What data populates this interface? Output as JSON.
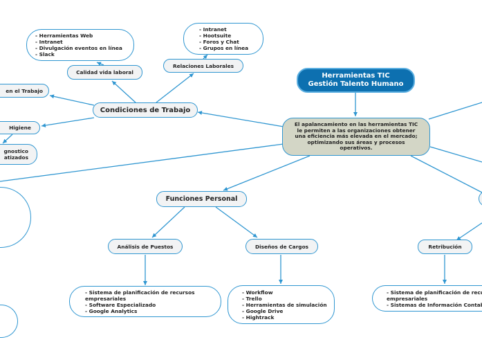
{
  "root": {
    "line1": "Herramientas TIC",
    "line2": "Gestión Talento Humano"
  },
  "central": {
    "lines": [
      "El apalancamiento en las herramientas TIC",
      "le permiten a las organizaciones obtener",
      "una eficiencia más elevada en el mercado;",
      "optimizando sus áreas y procesos",
      "operativos."
    ]
  },
  "condiciones": {
    "label": "Condiciones de Trabajo",
    "trabajo_label": "en el Trabajo",
    "higiene_label": "Higiene",
    "diagnostico_lines": [
      "gnostico",
      "atizados"
    ],
    "calidad": {
      "label": "Calidad vida laboral",
      "items": [
        "- Herramientas Web",
        "- Intranet",
        "- Divulgación eventos en línea",
        "- Slack"
      ]
    },
    "relaciones": {
      "label": "Relaciones Laborales",
      "items": [
        "- Intranet",
        "- Hootsuite",
        "- Foros y Chat",
        "- Grupos en línea"
      ]
    }
  },
  "funciones": {
    "label": "Funciones Personal",
    "analisis": {
      "label": "Análisis de Puestos",
      "items": [
        "- Sistema de planificación de recursos",
        "empresariales",
        "- Software Especializado",
        "- Google Analytics"
      ]
    },
    "disenos": {
      "label": "Diseños de Cargos",
      "items": [
        "- Workflow",
        "- Trello",
        "- Herramientas de simulación",
        "- Google Drive",
        "- Hightrack"
      ]
    }
  },
  "retribucion": {
    "label": "Retribución",
    "items": [
      "- Sistema de planificación de recursos",
      "empresariales",
      "- Sistemas de Información Contable"
    ]
  },
  "colors": {
    "line": "#2f96d1",
    "root_fill": "#0d70b0",
    "central_fill": "#d3d6c6",
    "pill_fill": "#f2f3f4"
  }
}
